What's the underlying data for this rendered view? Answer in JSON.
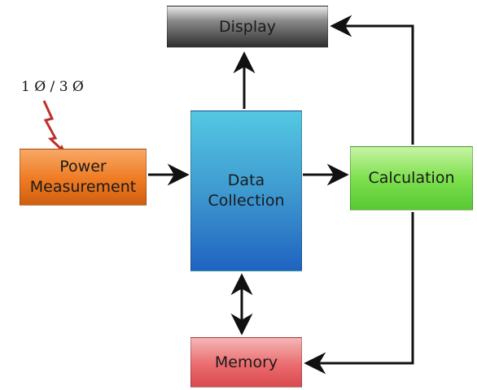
{
  "blocks": {
    "display": "Display",
    "data_collection": "Data\nCollection",
    "power_measurement": "Power\nMeasurement",
    "calculation": "Calculation",
    "memory": "Memory"
  },
  "phase_label": "1 Ø / 3 Ø",
  "colors": {
    "display": "#5a5a5a",
    "data_collection": "#3f9ad0",
    "power_measurement": "#ee7a22",
    "calculation": "#7ee04f",
    "memory": "#ea6b6e",
    "lightning": "#c0302a",
    "arrow": "#111111"
  }
}
